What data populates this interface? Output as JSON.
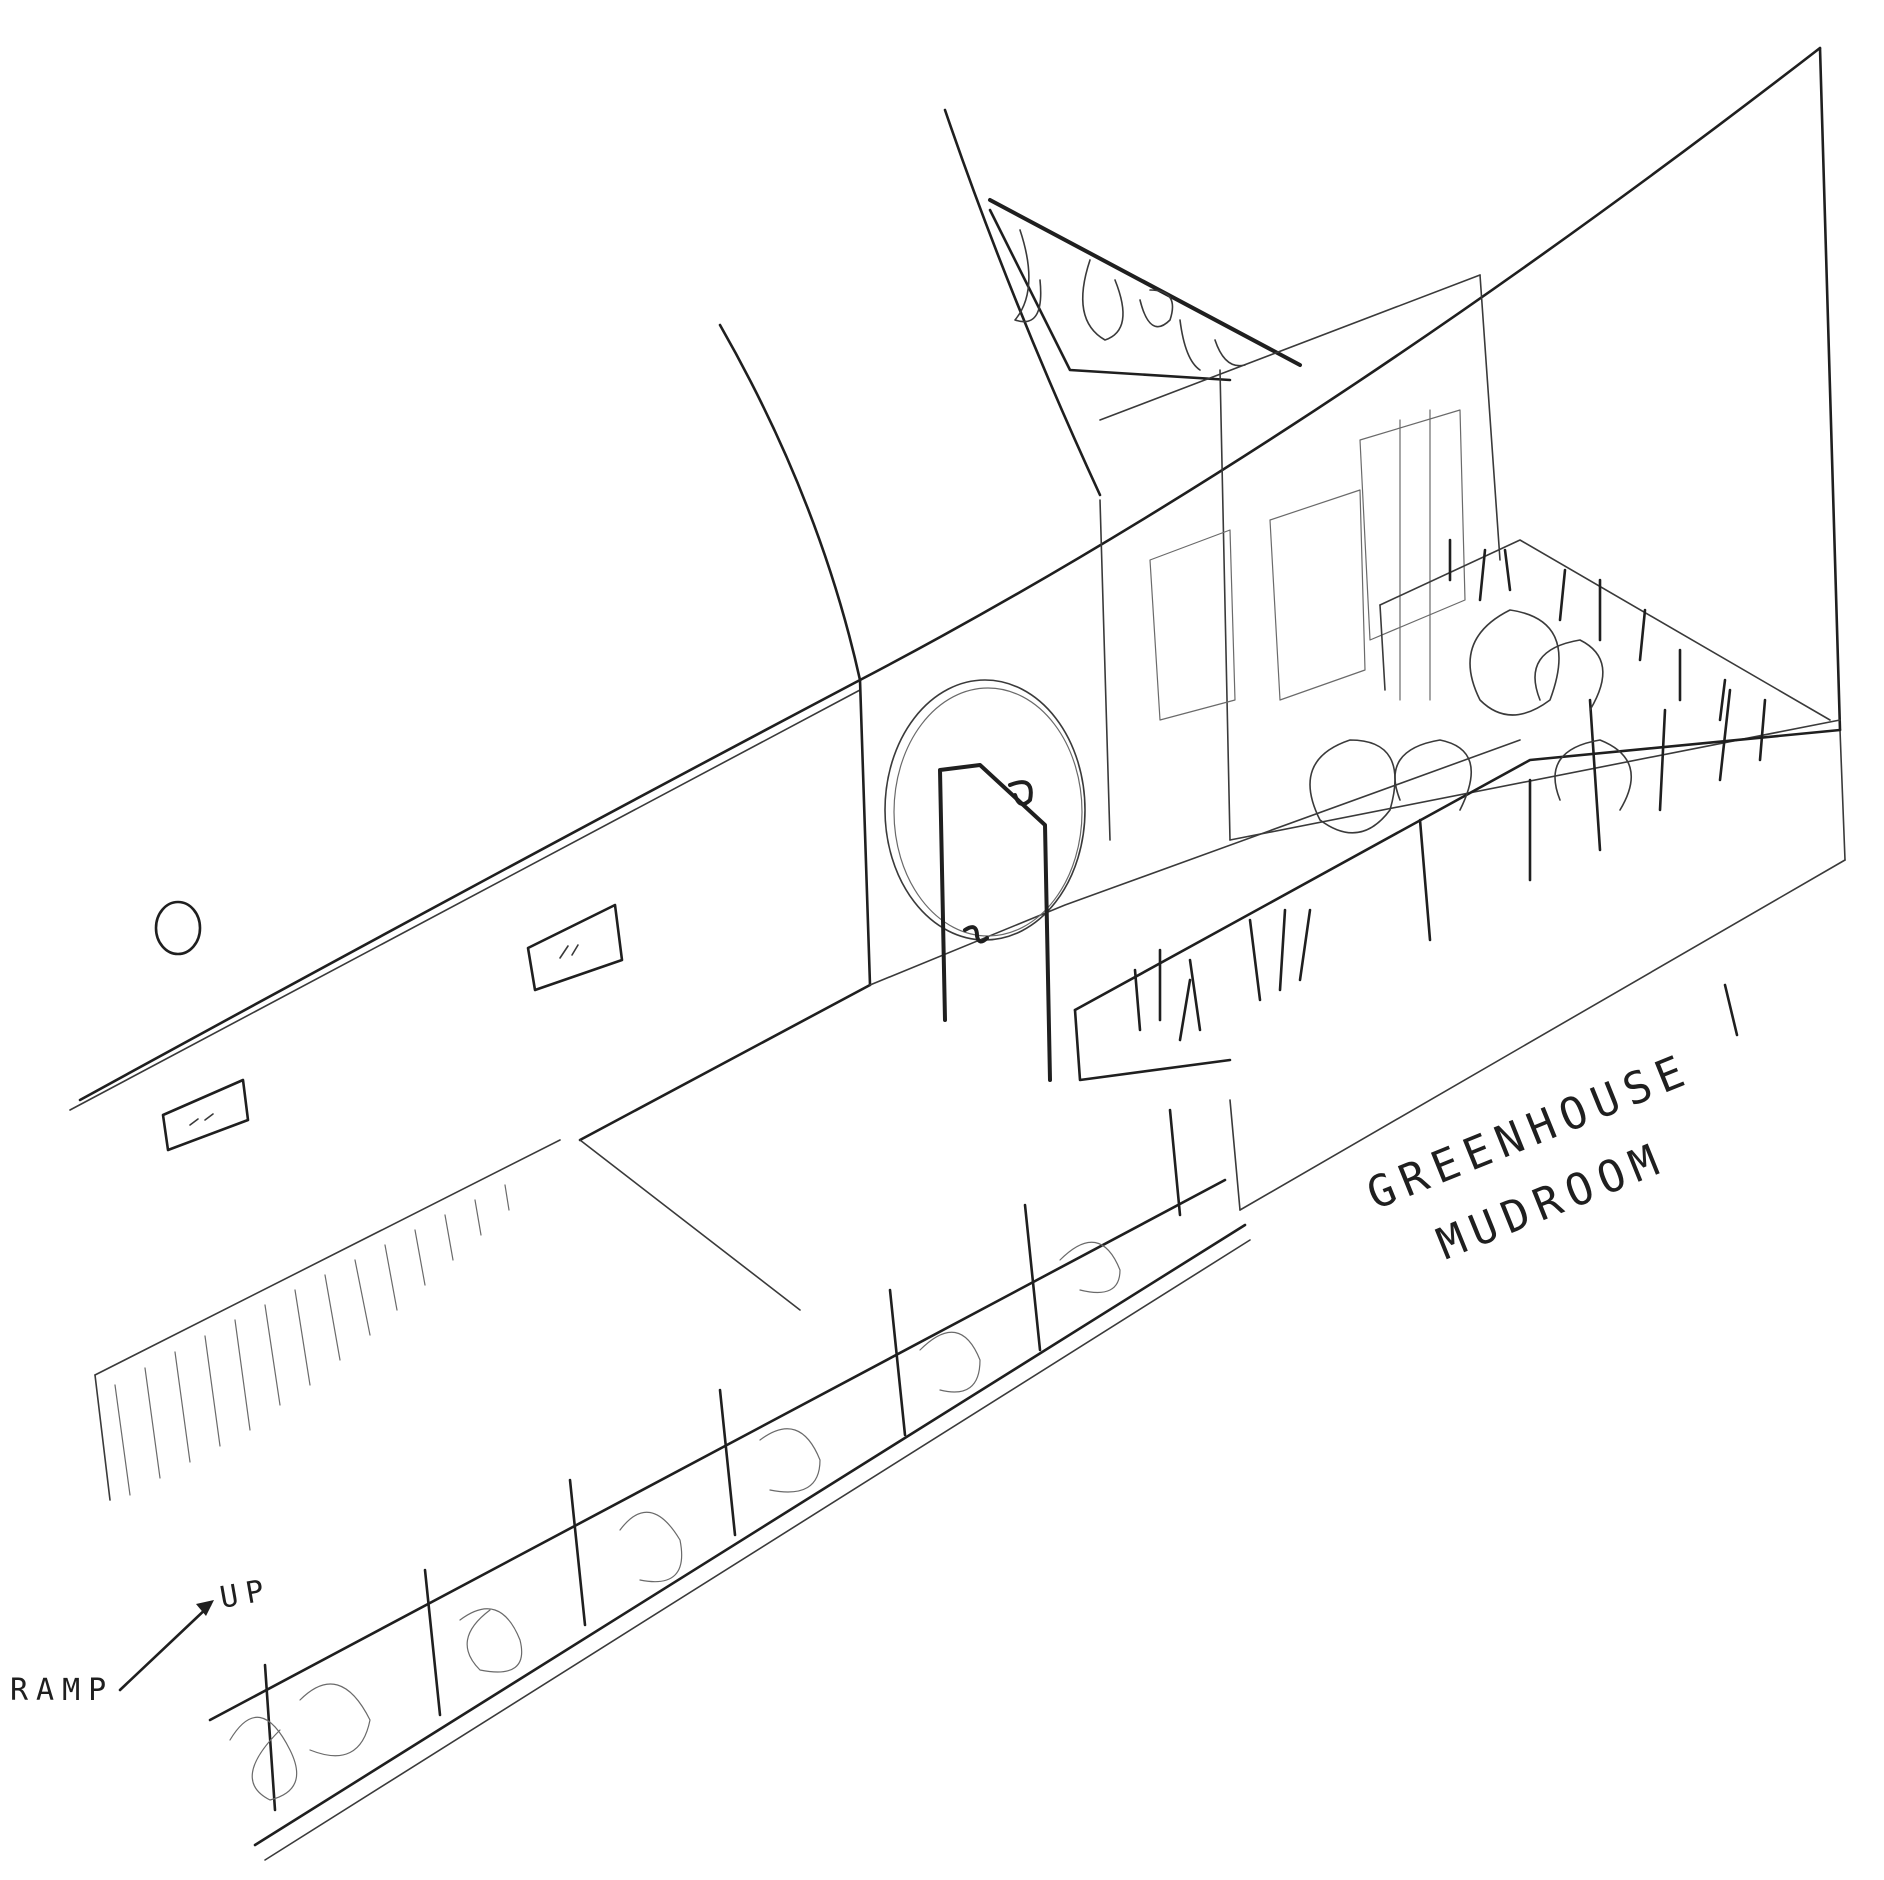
{
  "labels": {
    "greenhouse": "GREENHOUSE",
    "mudroom": "MUDROOM",
    "up": "UP",
    "ramp": "RAMP"
  },
  "colors": {
    "ink": "#1f1f1f",
    "paper": "#ffffff"
  }
}
